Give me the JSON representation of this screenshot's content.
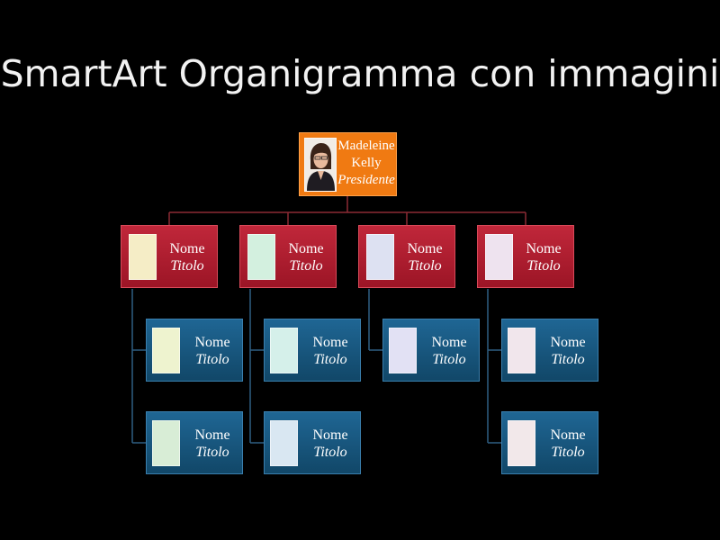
{
  "slide": {
    "title": "SmartArt Organigramma con immagini"
  },
  "president": {
    "name_line1": "Madeleine",
    "name_line2": "Kelly",
    "role": "Presidente"
  },
  "managers": [
    {
      "name": "Nome",
      "title": "Titolo",
      "photo_color": "#f5edc6"
    },
    {
      "name": "Nome",
      "title": "Titolo",
      "photo_color": "#d3f0df"
    },
    {
      "name": "Nome",
      "title": "Titolo",
      "photo_color": "#dde1f2"
    },
    {
      "name": "Nome",
      "title": "Titolo",
      "photo_color": "#eee3ef"
    }
  ],
  "staff": [
    {
      "name": "Nome",
      "title": "Titolo",
      "photo_color": "#eef3cf"
    },
    {
      "name": "Nome",
      "title": "Titolo",
      "photo_color": "#d5f0ea"
    },
    {
      "name": "Nome",
      "title": "Titolo",
      "photo_color": "#e2e1f4"
    },
    {
      "name": "Nome",
      "title": "Titolo",
      "photo_color": "#f1e6ec"
    },
    {
      "name": "Nome",
      "title": "Titolo",
      "photo_color": "#d8edd6"
    },
    {
      "name": "Nome",
      "title": "Titolo",
      "photo_color": "#d9e7f2"
    },
    {
      "name": "Nome",
      "title": "Titolo",
      "photo_color": "#f2e8ea"
    }
  ],
  "colors": {
    "president": "#f07a12",
    "manager": "#b01e30",
    "staff": "#185a85",
    "connector_top": "#8c2a34",
    "connector_staff": "#2f5f82"
  }
}
